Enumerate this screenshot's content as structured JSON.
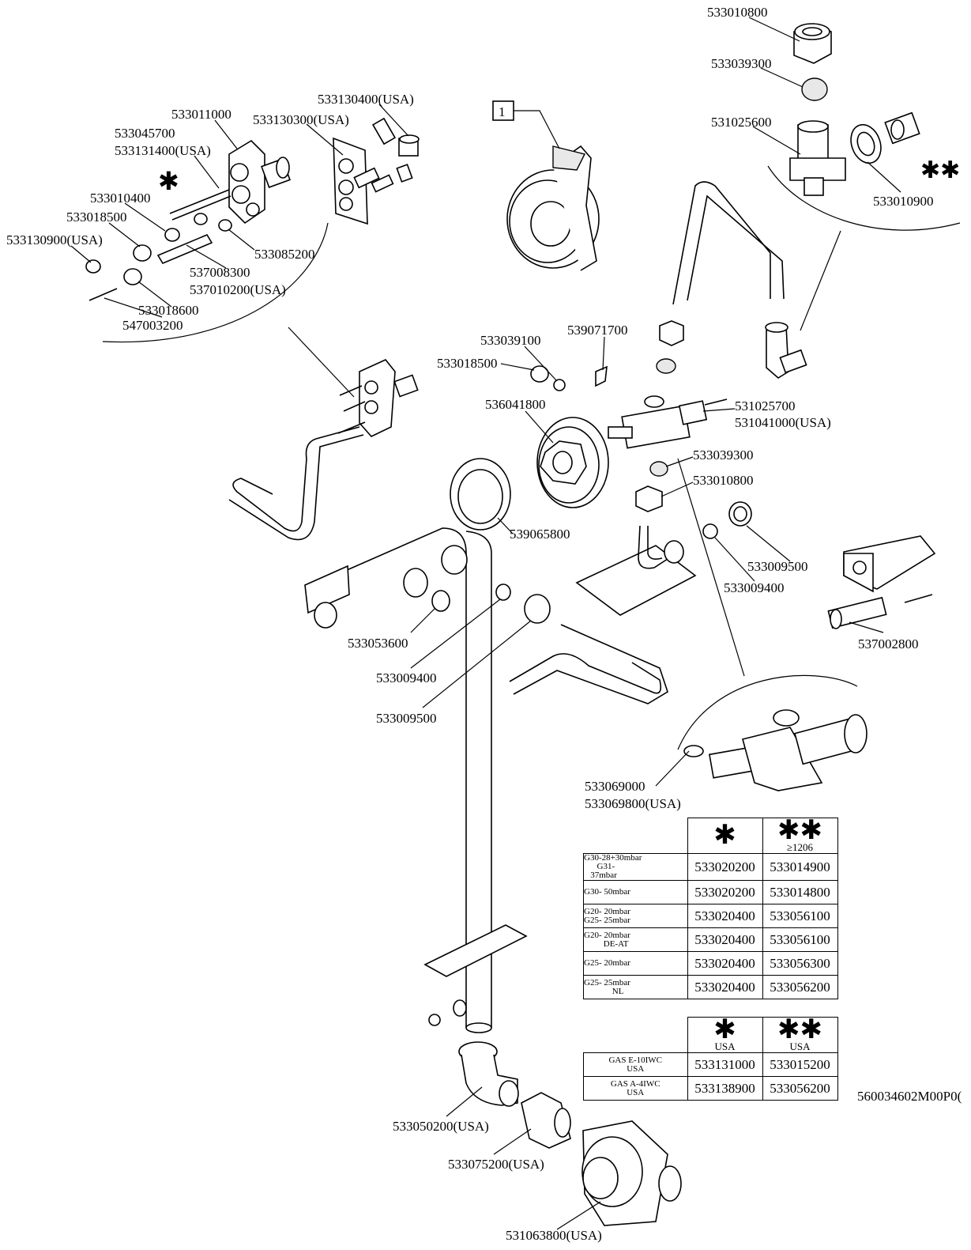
{
  "parts": {
    "p533010800_top": "533010800",
    "p533039300_top": "533039300",
    "p531025600": "531025600",
    "p533010900": "533010900",
    "double_star_top": "✱✱",
    "p533130400": "533130400(USA)",
    "p533130300": "533130300(USA)",
    "p533011000": "533011000",
    "p533045700": "533045700",
    "p533131400": "533131400(USA)",
    "star_left": "✱",
    "p533010400": "533010400",
    "p533018500_left": "533018500",
    "p533130900": "533130900(USA)",
    "p533085200": "533085200",
    "p537008300": "537008300",
    "p537010200": "537010200(USA)",
    "p533018600": "533018600",
    "p547003200": "547003200",
    "box_1": "1",
    "p539071700": "539071700",
    "p533039100": "533039100",
    "p533018500_mid": "533018500",
    "p536041800": "536041800",
    "p531025700": "531025700",
    "p531041000": "531041000(USA)",
    "p533039300_mid": "533039300",
    "p533010800_mid": "533010800",
    "p539065800": "539065800",
    "p533009500_right": "533009500",
    "p533009400_right": "533009400",
    "p537002800": "537002800",
    "p533053600": "533053600",
    "p533009400_left": "533009400",
    "p533009500_left": "533009500",
    "p533069000": "533069000",
    "p533069800": "533069800(USA)",
    "p533050200": "533050200(USA)",
    "p533075200": "533075200(USA)",
    "p531063800": "531063800(USA)",
    "drawing_number": "560034602M00P0("
  },
  "table_eu": {
    "col1_header": "✱",
    "col2_header": "✱✱",
    "col2_sub": "≥1206",
    "rows": [
      {
        "gas_a": "G30-28+30mbar",
        "gas_b": "G31-",
        "gas_c": "37mbar",
        "c1": "533020200",
        "c2": "533014900"
      },
      {
        "gas_a": "G30- 50mbar",
        "gas_b": "",
        "gas_c": "",
        "c1": "533020200",
        "c2": "533014800"
      },
      {
        "gas_a": "G20- 20mbar",
        "gas_b": "G25- 25mbar",
        "gas_c": "",
        "c1": "533020400",
        "c2": "533056100"
      },
      {
        "gas_a": "G20- 20mbar",
        "gas_b": "DE-AT",
        "gas_c": "",
        "c1": "533020400",
        "c2": "533056100"
      },
      {
        "gas_a": "G25- 20mbar",
        "gas_b": "",
        "gas_c": "",
        "c1": "533020400",
        "c2": "533056300"
      },
      {
        "gas_a": "G25- 25mbar",
        "gas_b": "NL",
        "gas_c": "",
        "c1": "533020400",
        "c2": "533056200"
      }
    ]
  },
  "table_usa": {
    "col1_header": "✱",
    "col1_sub": "USA",
    "col2_header": "✱✱",
    "col2_sub": "USA",
    "rows": [
      {
        "gas_a": "GAS E-10IWC",
        "gas_b": "USA",
        "c1": "533131000",
        "c2": "533015200"
      },
      {
        "gas_a": "GAS A-4IWC",
        "gas_b": "USA",
        "c1": "533138900",
        "c2": "533056200"
      }
    ]
  }
}
